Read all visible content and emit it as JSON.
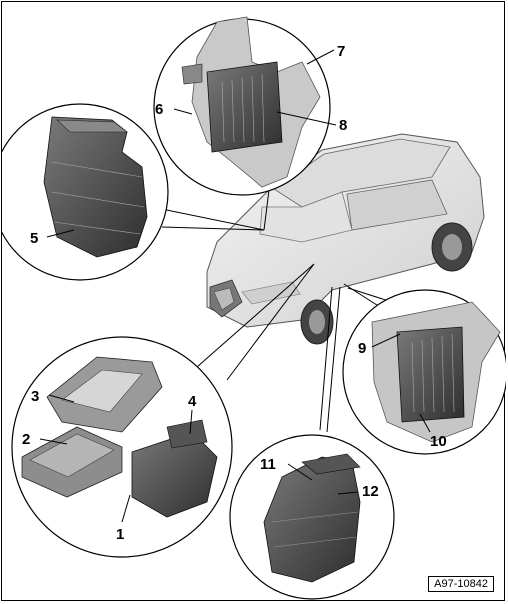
{
  "figure_id": "A97-10842",
  "callouts": {
    "n1": "1",
    "n2": "2",
    "n3": "3",
    "n4": "4",
    "n5": "5",
    "n6": "6",
    "n7": "7",
    "n8": "8",
    "n9": "9",
    "n10": "10",
    "n11": "11",
    "n12": "12"
  },
  "colors": {
    "line": "#000000",
    "part_dark": "#3a3a3a",
    "part_mid": "#6b6b6b",
    "part_light": "#bdbdbd",
    "car_light": "#e8e8e8"
  }
}
